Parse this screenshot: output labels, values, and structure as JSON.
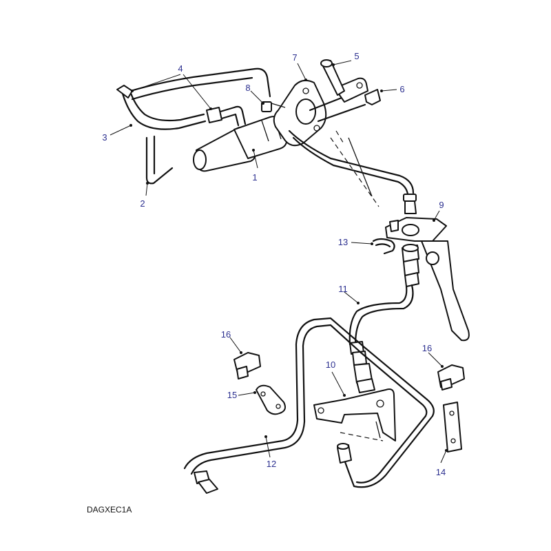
{
  "diagram": {
    "reference_code": "DAGXEC1A",
    "callouts": [
      {
        "id": "c1",
        "label": "1"
      },
      {
        "id": "c2",
        "label": "2"
      },
      {
        "id": "c3",
        "label": "3"
      },
      {
        "id": "c4",
        "label": "4"
      },
      {
        "id": "c5",
        "label": "5"
      },
      {
        "id": "c6",
        "label": "6"
      },
      {
        "id": "c7",
        "label": "7"
      },
      {
        "id": "c8",
        "label": "8"
      },
      {
        "id": "c9",
        "label": "9"
      },
      {
        "id": "c10",
        "label": "10"
      },
      {
        "id": "c11",
        "label": "11"
      },
      {
        "id": "c12",
        "label": "12"
      },
      {
        "id": "c13",
        "label": "13"
      },
      {
        "id": "c14",
        "label": "14"
      },
      {
        "id": "c15",
        "label": "15"
      },
      {
        "id": "c16a",
        "label": "16"
      },
      {
        "id": "c16b",
        "label": "16"
      }
    ]
  }
}
